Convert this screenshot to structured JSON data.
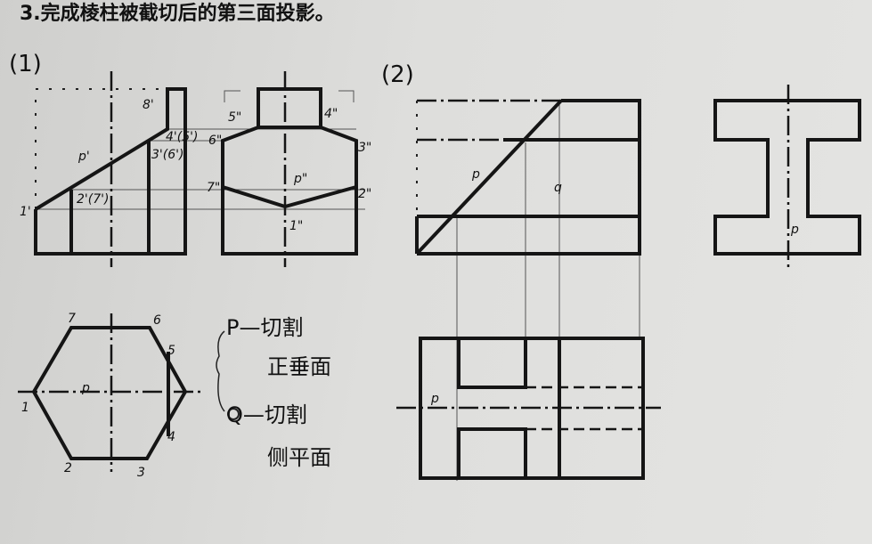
{
  "title": "3.完成棱柱被截切后的第三面投影。",
  "problems": [
    {
      "label": "(1)",
      "front_labels": [
        "8'",
        "4'(5')",
        "3'(6')",
        "p'",
        "2'(7')",
        "1'"
      ],
      "side_labels": [
        "5\"",
        "4\"",
        "6\"",
        "3\"",
        "7\"",
        "2\"",
        "p\"",
        "1\""
      ],
      "top_labels": [
        "7",
        "6",
        "5",
        "1",
        "p",
        "4",
        "2",
        "3"
      ],
      "notes": [
        "P—切割",
        "正垂面",
        "Q—切割",
        "侧平面"
      ]
    },
    {
      "label": "(2)",
      "front_labels": [
        "p",
        "q"
      ],
      "side_labels": [
        "p"
      ],
      "top_labels": [
        "p"
      ]
    }
  ]
}
